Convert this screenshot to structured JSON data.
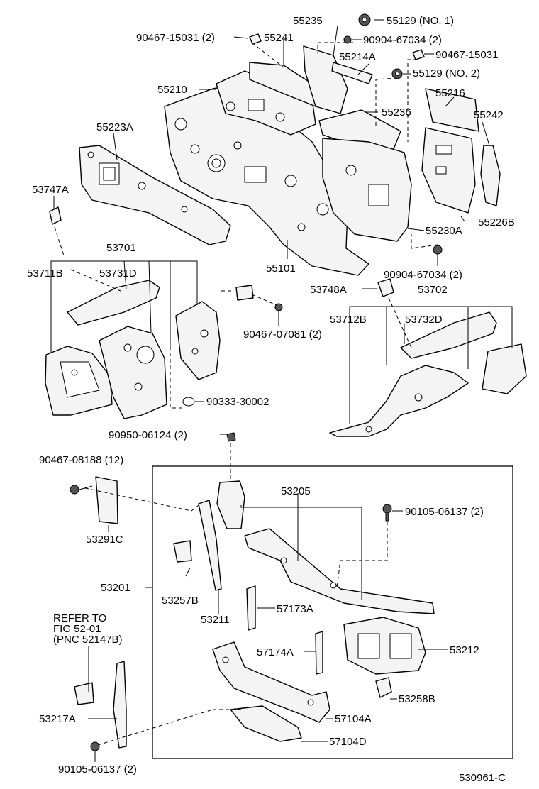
{
  "labels": {
    "p55235": "55235",
    "p55129_1": "55129 (NO. 1)",
    "p90467_15031_2": "90467-15031 (2)",
    "p55241": "55241",
    "p90904_67034_2_top": "90904-67034 (2)",
    "p90467_15031": "90467-15031",
    "p55214A": "55214A",
    "p55129_2": "55129 (NO. 2)",
    "p55210": "55210",
    "p55216": "55216",
    "p55236": "55236",
    "p55242": "55242",
    "p55223A": "55223A",
    "p53747A": "53747A",
    "p55226B": "55226B",
    "p55230A": "55230A",
    "p53701": "53701",
    "p55101": "55101",
    "p90904_67034_2_bot": "90904-67034 (2)",
    "p53711B": "53711B",
    "p53731D": "53731D",
    "p53748A": "53748A",
    "p53702": "53702",
    "p90467_07081": "90467-07081 (2)",
    "p53712B": "53712B",
    "p53732D": "53732D",
    "p90333": "90333-30002",
    "p90950": "90950-06124 (2)",
    "p90467_08188": "90467-08188 (12)",
    "p53205": "53205",
    "p90105_top": "90105-06137 (2)",
    "p53291C": "53291C",
    "p53201": "53201",
    "p53257B": "53257B",
    "p57173A": "57173A",
    "p53211": "53211",
    "refer1": "REFER TO",
    "refer2": "FIG 52-01",
    "refer3": "(PNC 52147B)",
    "p57174A": "57174A",
    "p53212": "53212",
    "p53258B": "53258B",
    "p53217A": "53217A",
    "p57104A": "57104A",
    "p57104D": "57104D",
    "p90105_bot": "90105-06137 (2)",
    "diagram_code": "530961-C"
  }
}
